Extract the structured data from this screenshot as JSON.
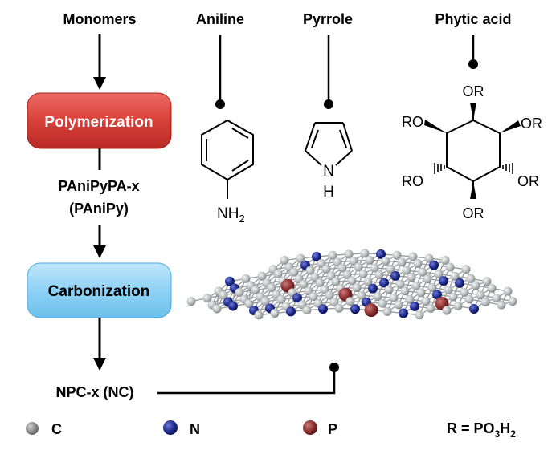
{
  "header": {
    "monomers": "Monomers",
    "aniline": "Aniline",
    "pyrrole": "Pyrrole",
    "phytic_acid": "Phytic acid"
  },
  "flow": {
    "polymerization": "Polymerization",
    "polymer_line1": "PAniPyPA-x",
    "polymer_line2": "(PAniPy)",
    "carbonization": "Carbonization",
    "product": "NPC-x (NC)"
  },
  "structures": {
    "aniline_sub": "NH",
    "aniline_sub_index": "2",
    "pyrrole_nh_n": "N",
    "pyrrole_nh_h": "H",
    "phytic_or": "OR",
    "phytic_ro": "RO"
  },
  "legend": {
    "c_label": "C",
    "n_label": "N",
    "p_label": "P",
    "r_prefix": "R = PO",
    "r_sub1": "3",
    "r_h": "H",
    "r_sub2": "2"
  },
  "colors": {
    "polymerization_box": "#d9403a",
    "carbonization_box": "#8fd2f5",
    "carbon_atom": "#b8bcbc",
    "nitrogen_atom": "#1f2a8c",
    "phosphorus_atom": "#8c2f2f"
  }
}
